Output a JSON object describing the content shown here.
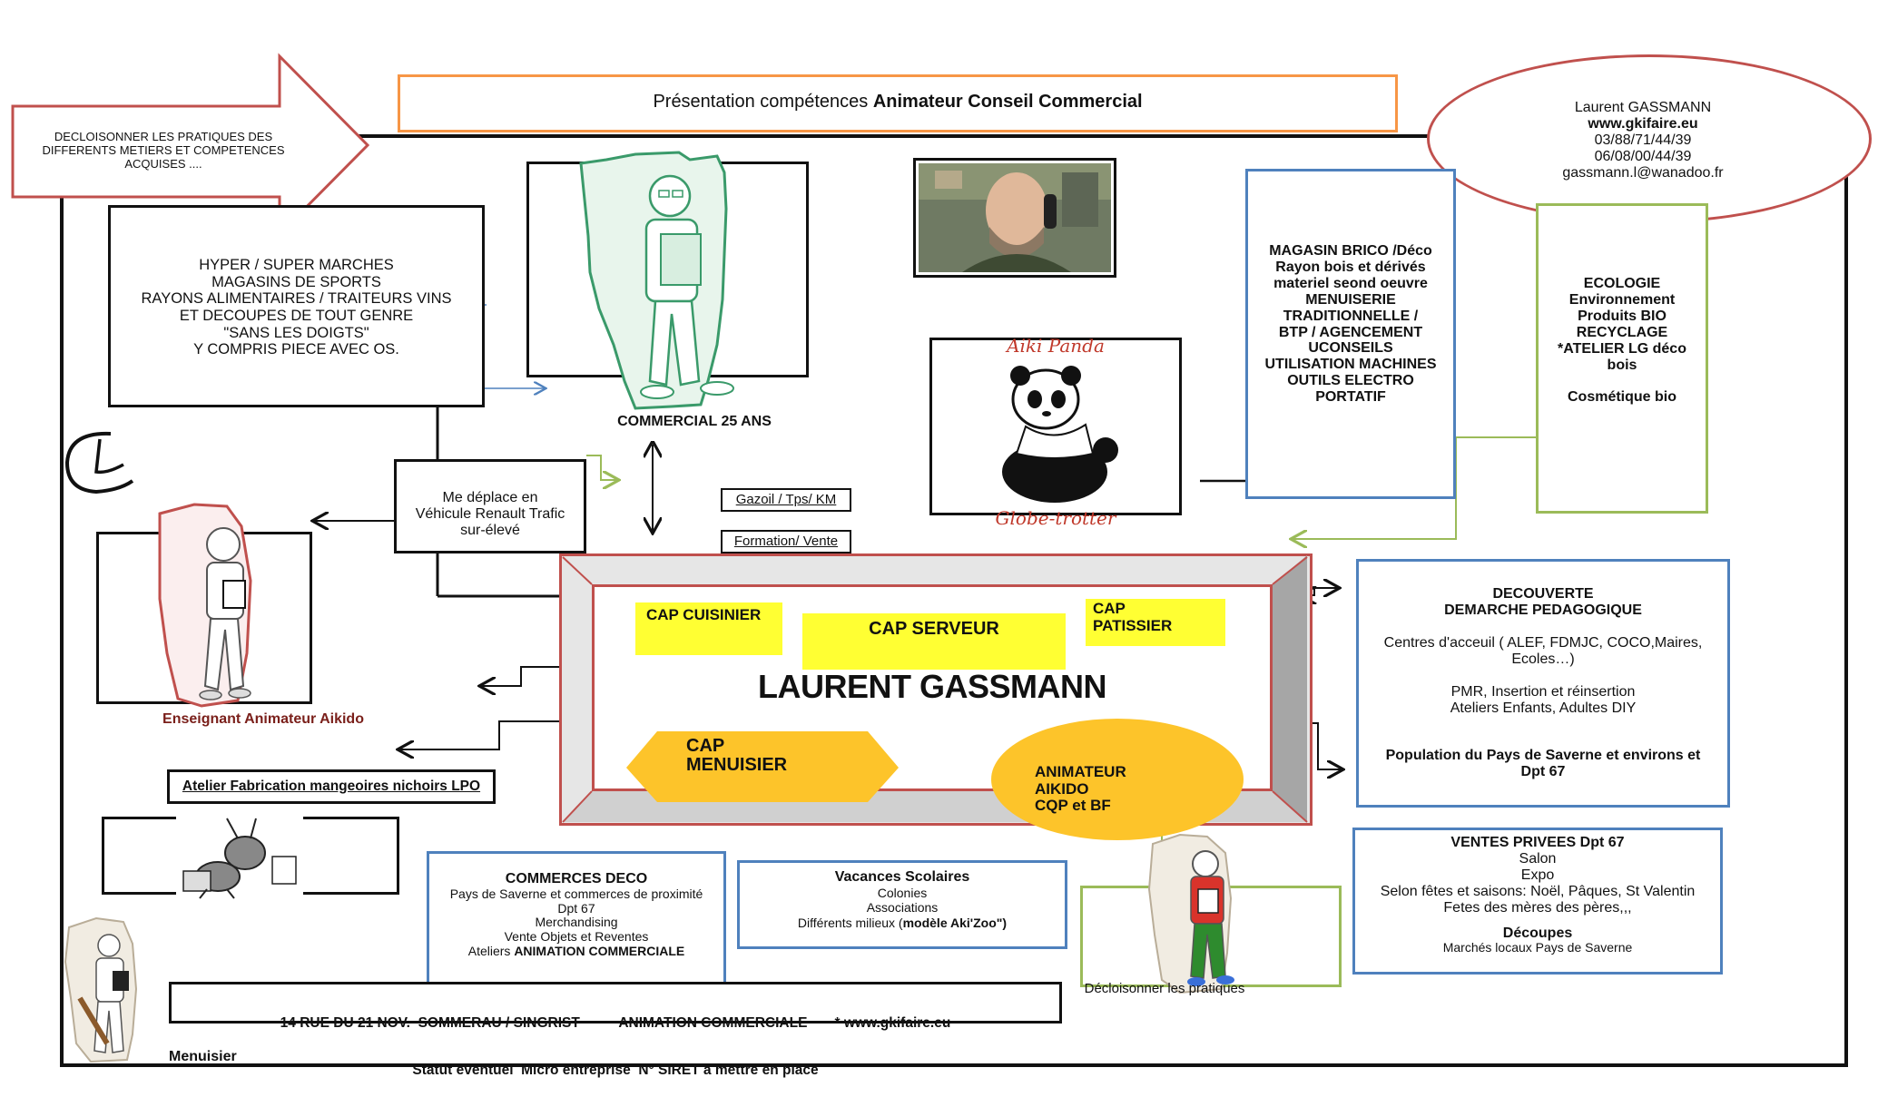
{
  "title": {
    "prefix": "Présentation  compétences ",
    "emph": "Animateur  Conseil  Commercial"
  },
  "arrow_text": "DECLOISONNER LES PRATIQUES   DES DIFFERENTS  METIERS  ET COMPETENCES ACQUISES   ....",
  "contact": {
    "name": "Laurent GASSMANN",
    "site": "www.gkifaire.eu",
    "phone1": "03/88/71/44/39",
    "phone2": "06/08/00/44/39",
    "email": "gassmann.l@wanadoo.fr"
  },
  "hyper_box": [
    "HYPER / SUPER MARCHES",
    "MAGASINS DE SPORTS",
    "RAYONS ALIMENTAIRES / TRAITEURS VINS",
    "ET DECOUPES DE TOUT GENRE",
    "\"SANS LES DOIGTS\"",
    "Y COMPRIS PIECE AVEC OS."
  ],
  "commercial_label": "COMMERCIAL   25 ANS",
  "vehicle_box": [
    "Me déplace en",
    "Véhicule Renault Trafic",
    "sur-élevé"
  ],
  "gazoil_label": "Gazoil / Tps/ KM",
  "formation_label": "Formation/ Vente",
  "aiki_panda": "Aiki Panda",
  "globe_trotter": "Globe-trotter",
  "brico_box": [
    "MAGASIN  BRICO /Déco",
    "Rayon bois et dérivés",
    "materiel seond oeuvre",
    "MENUISERIE",
    "TRADITIONNELLE /",
    "BTP / AGENCEMENT",
    "UCONSEILS",
    "UTILISATION MACHINES",
    "OUTILS ELECTRO",
    "PORTATIF"
  ],
  "ecologie_box": [
    "ECOLOGIE",
    "Environnement",
    "Produits BIO",
    "RECYCLAGE",
    "*ATELIER LG déco",
    "bois",
    "",
    "Cosmétique bio"
  ],
  "cap": {
    "cuisinier": "CAP CUISINIER",
    "serveur": "CAP  SERVEUR",
    "patissier_1": "CAP",
    "patissier_2": "PATISSIER",
    "menuisier_1": "CAP",
    "menuisier_2": "MENUISIER"
  },
  "center_name": "LAURENT GASSMANN",
  "aikido_circle": [
    "ANIMATEUR",
    "AIKIDO",
    "CQP et BF"
  ],
  "enseignant_label": "Enseignant Animateur Aikido",
  "atelier_label": "Atelier Fabrication mangeoires nichoirs LPO",
  "decouverte_box": {
    "title": [
      "DECOUVERTE",
      "DEMARCHE PEDAGOGIQUE"
    ],
    "centres": [
      "Centres d'acceuil ( ALEF, FDMJC, COCO,Maires,",
      "Ecoles…)"
    ],
    "pmr": [
      "PMR, Insertion et réinsertion",
      "Ateliers Enfants, Adultes DIY"
    ],
    "population": [
      "Population du Pays de Saverne et environs et",
      "Dpt 67"
    ]
  },
  "ventes_box": {
    "title": "VENTES PRIVEES Dpt 67",
    "lines": [
      "Salon",
      "Expo",
      "Selon fêtes et saisons: Noël, Pâques, St Valentin",
      "Fetes des mères des pères,,,"
    ],
    "decoupes_title": "Découpes",
    "decoupes_line": "Marchés locaux Pays de Saverne"
  },
  "commerces_box": {
    "title": "COMMERCES DECO",
    "lines": [
      "Pays de Saverne et commerces de proximité",
      "Dpt 67"
    ],
    "small": [
      "Merchandising",
      "Vente Objets et Reventes"
    ],
    "last_prefix": "Ateliers ",
    "last_emph": "ANIMATION  COMMERCIALE"
  },
  "vacances_box": {
    "title": "Vacances Scolaires",
    "lines": [
      "Colonies",
      "Associations"
    ],
    "last_prefix": "Différents milieux (",
    "last_emph": "modèle Aki'Zoo\")"
  },
  "address_bar": {
    "line1": "14 RUE DU 21 NOV.  SOMMERAU / SINGRIST          ANIMATION COMMERCIALE       * www.gkifaire.eu",
    "line2": "Statut eventuel  Micro entreprise  N° SIRET à mettre en place"
  },
  "decloisonner_label": "Décloisonner les pratiques",
  "menuisier_label": "Menuisier",
  "colors": {
    "arrow_border": "#c0504d",
    "title_border": "#f79646",
    "blue_border": "#4f81bd",
    "green_border": "#9bbb59",
    "cap_yellow": "#ffff33",
    "gold": "#fdc42a",
    "center_red": "#c0504d",
    "center_gray": "#a6a6a6",
    "sketch_green": "#3a9a6a",
    "panda_red": "#c0392b"
  }
}
